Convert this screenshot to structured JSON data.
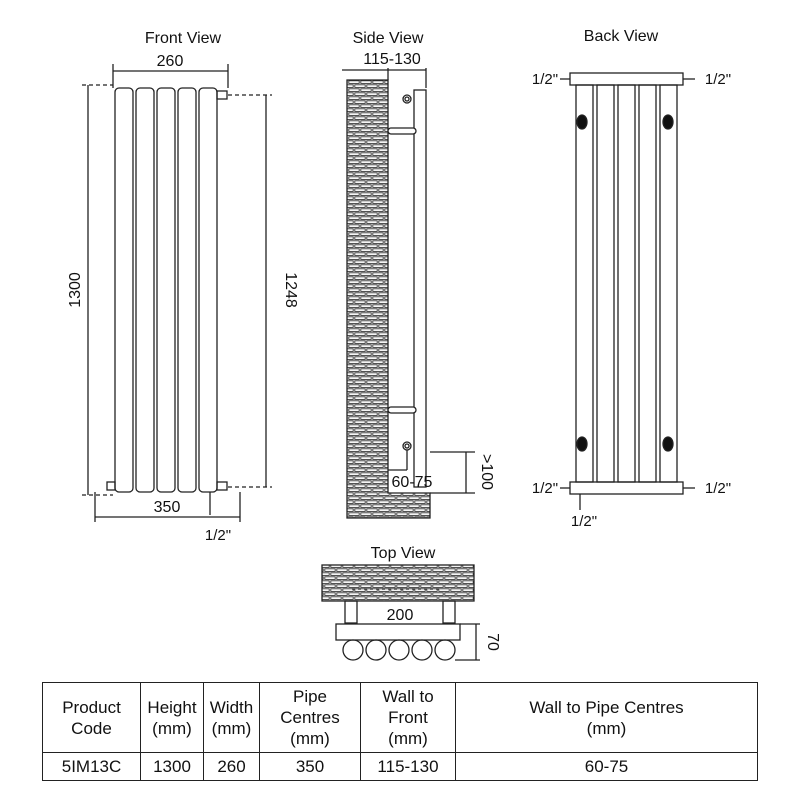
{
  "views": {
    "front": {
      "title": "Front View",
      "width": "260",
      "height": "1300",
      "inner_height": "1248",
      "pipe_centres": "350",
      "connection": "1/2\""
    },
    "side": {
      "title": "Side View",
      "wall_to_front": "115-130",
      "wall_to_pipe": "60-75",
      "floor_clearance": ">100"
    },
    "back": {
      "title": "Back View",
      "top_left": "1/2\"",
      "top_right": "1/2\"",
      "bottom_left": "1/2\"",
      "bottom_right": "1/2\"",
      "bottom_center": "1/2\""
    },
    "top": {
      "title": "Top View",
      "bracket_spacing": "200",
      "depth": "70"
    }
  },
  "table": {
    "headers": [
      [
        "Product",
        "Code"
      ],
      [
        "Height",
        "(mm)"
      ],
      [
        "Width",
        "(mm)"
      ],
      [
        "Pipe Centres",
        "(mm)"
      ],
      [
        "Wall to Front",
        "(mm)"
      ],
      [
        "Wall to Pipe Centres",
        "(mm)"
      ]
    ],
    "row": [
      "5IM13C",
      "1300",
      "260",
      "350",
      "115-130",
      "60-75"
    ]
  }
}
